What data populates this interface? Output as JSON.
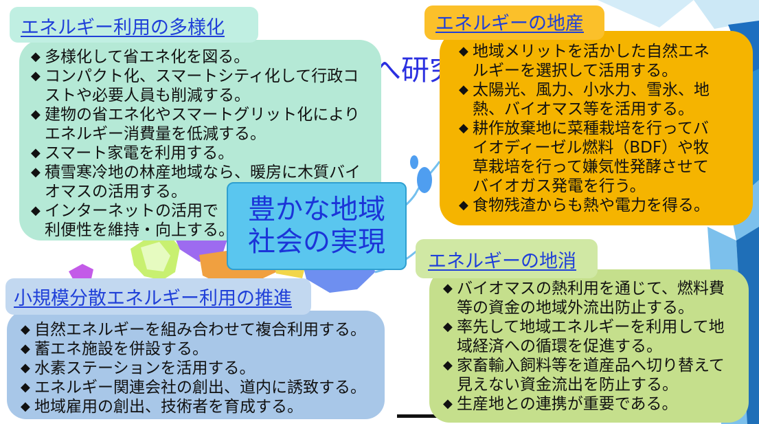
{
  "theme": {
    "diversification_tab": "#c0efe2",
    "diversification_body": "#b5e9d6",
    "local_production_tab": "#fbc02a",
    "local_production_body": "#f5b400",
    "decentralized_tab": "#c2d8f0",
    "decentralized_body": "#a8c7e8",
    "local_consumption_tab": "#d0e8a4",
    "local_consumption_body": "#c5df8c",
    "center_box": "#5ac6ef"
  },
  "bullet_mark": "◆",
  "background_title_fragment": "へ研究",
  "diversification": {
    "title": "エネルギー利用の多様化",
    "bullets": [
      {
        "lines": [
          "多様化して省エネ化を図る。"
        ]
      },
      {
        "lines": [
          "コンパクト化、スマートシティ化して行政コ",
          "ストや必要人員も削減する。"
        ]
      },
      {
        "lines": [
          "建物の省エネ化やスマートグリット化により",
          "エネルギー消費量を低減する。"
        ]
      },
      {
        "lines": [
          "スマート家電を利用する。"
        ]
      },
      {
        "lines": [
          "積雪寒冷地の林産地域なら、暖房に木質バイ",
          "オマスの活用する。"
        ]
      },
      {
        "lines": [
          "インターネットの活用で",
          "利便性を維持・向上する。"
        ]
      }
    ]
  },
  "local_production": {
    "title": "エネルギーの地産",
    "bullets": [
      {
        "lines": [
          "地域メリットを活かした自然エネ",
          "ルギーを選択して活用する。"
        ]
      },
      {
        "lines": [
          "太陽光、風力、小水力、雪氷、地",
          "熱、バイオマス等を活用する。"
        ]
      },
      {
        "lines": [
          "耕作放棄地に菜種栽培を行ってバ",
          "イオディーゼル燃料（BDF）や牧",
          "草栽培を行って嫌気性発酵させて",
          "バイオガス発電を行う。"
        ]
      },
      {
        "lines": [
          "食物残渣からも熱や電力を得る。"
        ]
      }
    ]
  },
  "decentralized": {
    "title": "小規模分散エネルギー利用の推進",
    "bullets": [
      {
        "lines": [
          "自然エネルギーを組み合わせて複合利用する。"
        ]
      },
      {
        "lines": [
          "蓄エネ施設を併設する。"
        ]
      },
      {
        "lines": [
          "水素ステーションを活用する。"
        ]
      },
      {
        "lines": [
          "エネルギー関連会社の創出、道内に誘致する。"
        ]
      },
      {
        "lines": [
          "地域雇用の創出、技術者を育成する。"
        ]
      }
    ]
  },
  "local_consumption": {
    "title": "エネルギーの地消",
    "bullets": [
      {
        "lines": [
          "バイオマスの熱利用を通じて、燃料費",
          "等の資金の地域外流出防止する。"
        ]
      },
      {
        "lines": [
          "率先して地域エネルギーを利用して地",
          "域経済への循環を促進する。"
        ]
      },
      {
        "lines": [
          "家畜輸入飼料等を道産品へ切り替えて",
          "見えない資金流出を防止する。"
        ]
      },
      {
        "lines": [
          "生産地との連携が重要である。"
        ]
      }
    ]
  },
  "center": {
    "lines": [
      "豊かな地域",
      "社会の実現"
    ]
  }
}
